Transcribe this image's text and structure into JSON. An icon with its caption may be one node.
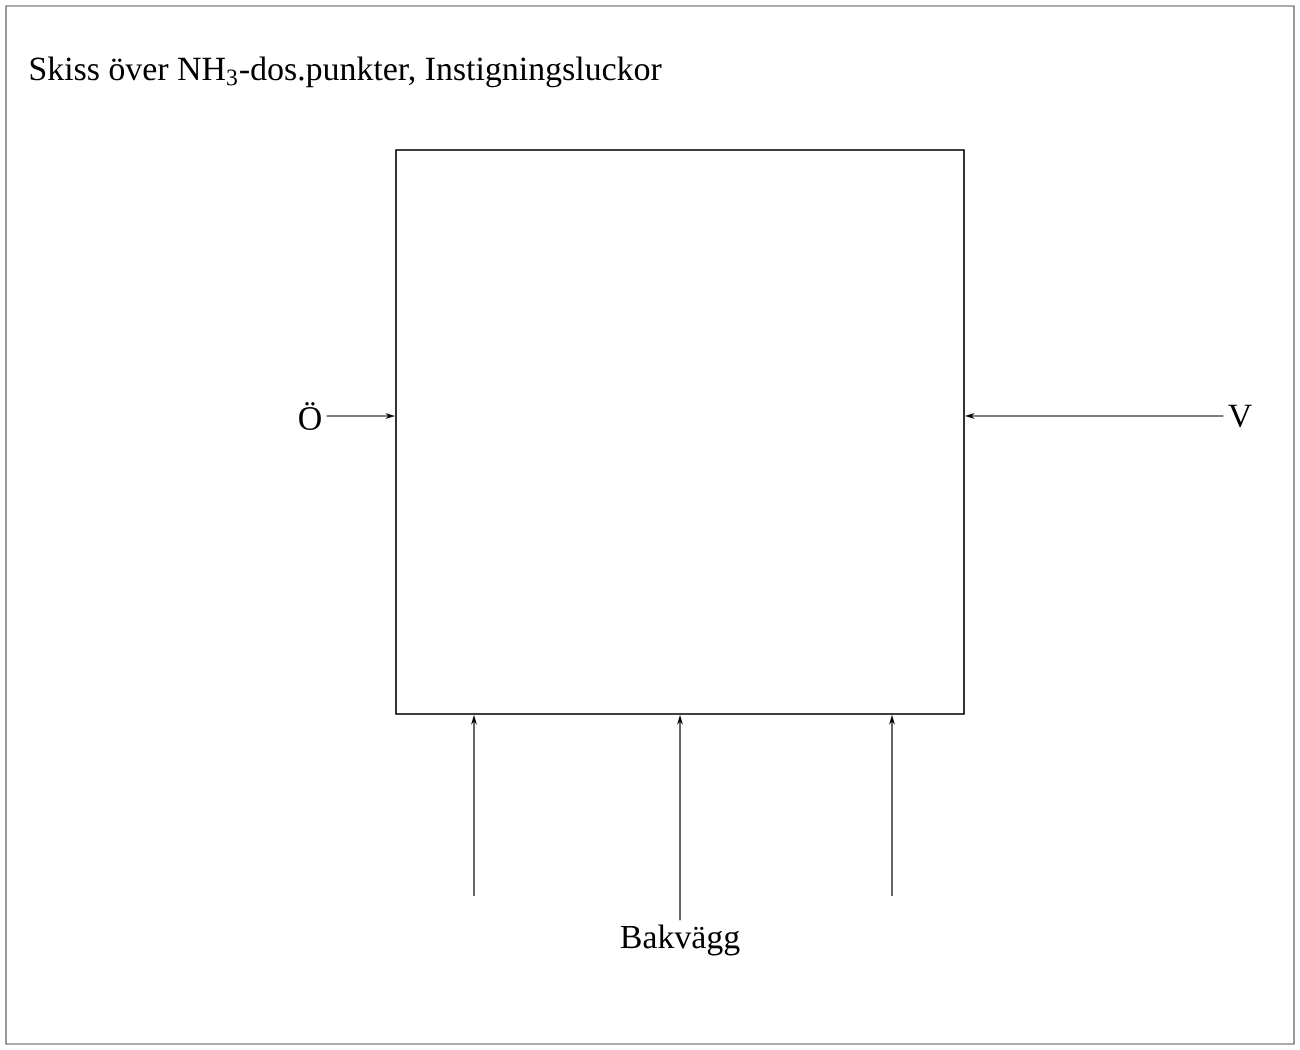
{
  "diagram": {
    "title": "Skiss över NH$_{3}$-dos.punkter, Instigningsluckor",
    "nodes": [
      {
        "text": [],
        "shape": "box"
      },
      {
        "text": [
          "Ö"
        ]
      },
      {
        "text": [
          "V"
        ]
      },
      {
        "text": [
          "Bakvägg"
        ]
      }
    ],
    "edges": [
      {
        "from": 1,
        "to": 0,
        "arrow": "to"
      },
      {
        "from": 2,
        "to": 0,
        "arrow": "to"
      },
      {
        "from": null,
        "to": 0,
        "arrow": "to"
      },
      {
        "from": 3,
        "to": 0,
        "arrow": "to"
      },
      {
        "from": null,
        "to": 0,
        "arrow": "to"
      }
    ]
  }
}
